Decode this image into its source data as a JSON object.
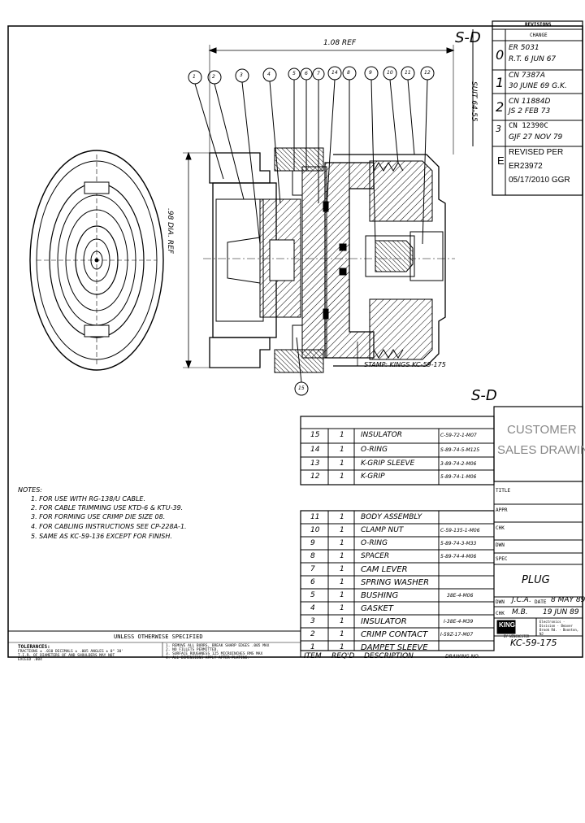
{
  "zone_top": "S-D",
  "zone_bottom": "S-D",
  "vertical_note": "SUIT 64-55",
  "revisions": {
    "title": "REVISIONS",
    "col_header": "CHANGE",
    "rows": [
      {
        "letter": "0",
        "line1": "ER 5031",
        "line2": "R.T. 6 JUN 67"
      },
      {
        "letter": "1",
        "line1": "CN 7387A",
        "line2": "30 JUNE 69 G.K."
      },
      {
        "letter": "2",
        "line1": "CN 11884D",
        "line2": "JS 2 FEB 73"
      },
      {
        "letter": "3",
        "line1": "CN 12390C",
        "line2": "GJF 27 NOV 79"
      },
      {
        "letter": "E",
        "line1": "REVISED PER",
        "line2": "ER23972",
        "line3": "05/17/2010 GGR"
      }
    ]
  },
  "drawing": {
    "dim_top": "1.08 REF",
    "dim_dia": ".98 DIA. REF",
    "stamp_note": "STAMP: KINGS KC-59-175",
    "balloons": [
      "1",
      "2",
      "3",
      "4",
      "5",
      "6",
      "7",
      "14",
      "8",
      "9",
      "10",
      "11",
      "12",
      "15"
    ]
  },
  "notes": {
    "title": "NOTES:",
    "items": [
      "1. FOR USE WITH RG-138/U CABLE.",
      "2. FOR CABLE TRIMMING USE KTD-6 & KTU-39.",
      "3. FOR FORMING USE CRIMP DIE SIZE 08.",
      "4. FOR CABLING INSTRUCTIONS SEE CP-228A-1.",
      "5. SAME AS KC-59-136 EXCEPT FOR FINISH."
    ]
  },
  "bom_top": [
    {
      "item": "15",
      "req": "1",
      "desc": "INSULATOR",
      "dwg": "C-59-72-1-M07"
    },
    {
      "item": "14",
      "req": "1",
      "desc": "O-RING",
      "dwg": "S-89-74-5-M125"
    },
    {
      "item": "13",
      "req": "1",
      "desc": "K-GRIP SLEEVE",
      "dwg": "3-89-74-2-M06"
    },
    {
      "item": "12",
      "req": "1",
      "desc": "K-GRIP",
      "dwg": "5-89-74-1-M06"
    }
  ],
  "bom_bottom": [
    {
      "item": "11",
      "req": "1",
      "desc": "BODY ASSEMBLY",
      "dwg": ""
    },
    {
      "item": "10",
      "req": "1",
      "desc": "CLAMP NUT",
      "dwg": "C-59-135-1-M06"
    },
    {
      "item": "9",
      "req": "1",
      "desc": "O-RING",
      "dwg": "5-89-74-3-M33"
    },
    {
      "item": "8",
      "req": "1",
      "desc": "SPACER",
      "dwg": "5-89-74-4-M06"
    },
    {
      "item": "7",
      "req": "1",
      "desc": "CAM LEVER",
      "dwg": ""
    },
    {
      "item": "6",
      "req": "1",
      "desc": "SPRING WASHER",
      "dwg": ""
    },
    {
      "item": "5",
      "req": "1",
      "desc": "BUSHING",
      "dwg": "38E-4-M06"
    },
    {
      "item": "4",
      "req": "1",
      "desc": "GASKET",
      "dwg": ""
    },
    {
      "item": "3",
      "req": "1",
      "desc": "INSULATOR",
      "dwg": "I-38E-4-M39"
    },
    {
      "item": "2",
      "req": "1",
      "desc": "CRIMP CONTACT",
      "dwg": "I-59Z-17-M07"
    },
    {
      "item": "1",
      "req": "1",
      "desc": "DAMPET SLEEVE",
      "dwg": ""
    }
  ],
  "bom_header": {
    "item": "ITEM",
    "req": "REQ'D",
    "desc": "DESCRIPTION",
    "dwg": "DRAWING NO."
  },
  "customer_block": {
    "line1": "CUSTOMER",
    "line2": "SALES DRAWING"
  },
  "title_block": {
    "title": "PLUG",
    "dwn_label": "DWN",
    "dwn_value": "J.C.A.",
    "date_label": "DATE",
    "date_value": "8 MAY 89",
    "chk_label": "CHK",
    "chk_value": "M.B.",
    "chk_date": "19 JUN 89",
    "company": "KINGS",
    "company_sub": "BY WINCHESTER",
    "company_addr": "Electronics · Division · Beaver Brook Rd. · Boonton, NJ",
    "drawing_number": "KC-59-175",
    "side_labels": [
      "TITLE",
      "APPR",
      "CHK",
      "DWN",
      "SPEC"
    ]
  },
  "unless": {
    "title": "UNLESS OTHERWISE SPECIFIED",
    "tol_label": "TOLERANCES:",
    "tol_lines": [
      "FRACTIONS ± .010  DECIMALS ± .005  ANGLES ± 0° 30'",
      "T.I.R. OF DIAMETERS OF AND SHOULDERS MAY NOT",
      "EXCEED .004"
    ],
    "specs": [
      "1. REMOVE ALL BURRS, BREAK SHARP EDGES .005 MAX",
      "2. NO FILLETS PERMITTED.",
      "3. SURFACE ROUGHNESS 125 MICROINCHES RMS MAX",
      "4. ALL DIMENSIONS APPLY AFTER PLATING."
    ]
  }
}
